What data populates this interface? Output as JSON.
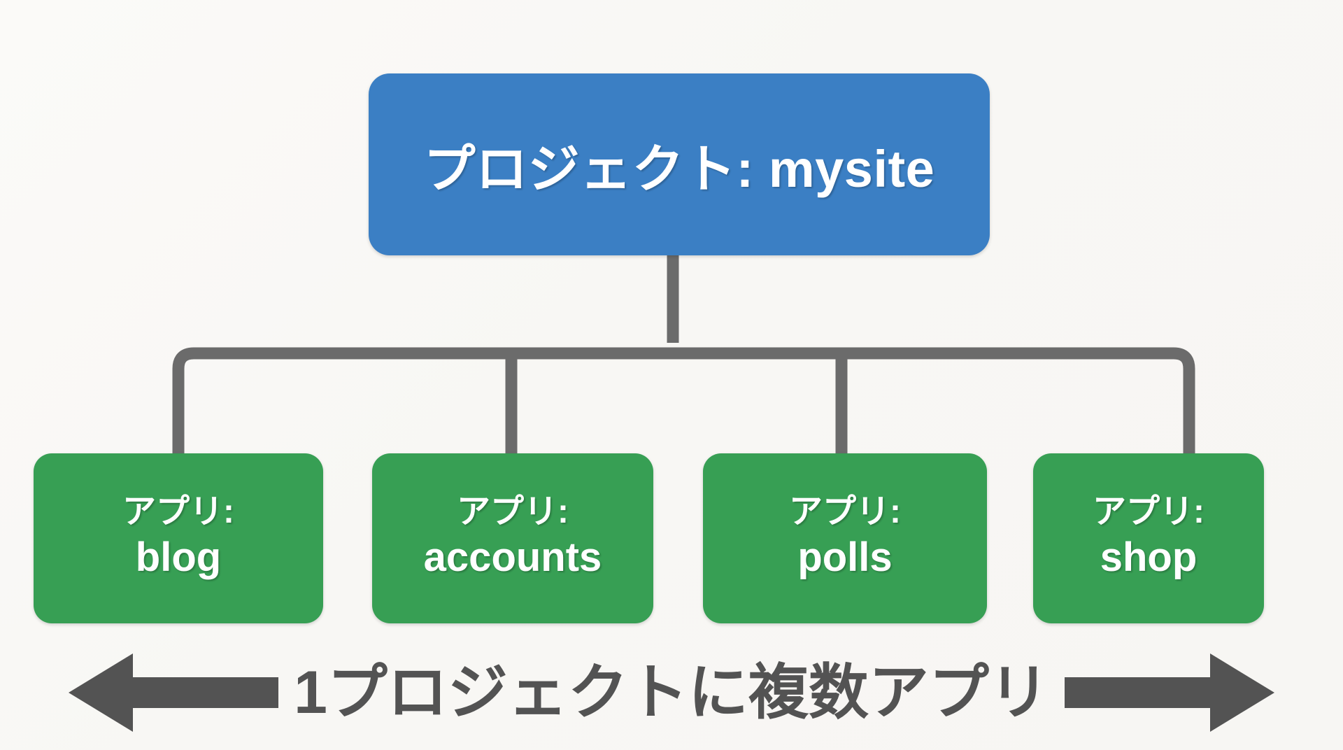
{
  "diagram": {
    "title_node": {
      "label": "プロジェクト: mysite",
      "color": "#3b7fc4",
      "kind": "project"
    },
    "app_nodes": [
      {
        "prefix": "アプリ:",
        "name": "blog",
        "color": "#379f54"
      },
      {
        "prefix": "アプリ:",
        "name": "accounts",
        "color": "#379f54"
      },
      {
        "prefix": "アプリ:",
        "name": "polls",
        "color": "#379f54"
      },
      {
        "prefix": "アプリ:",
        "name": "shop",
        "color": "#379f54"
      }
    ],
    "connector_color": "#6b6b6b",
    "caption": {
      "text": "1プロジェクトに複数アプリ",
      "left_arrow_icon": "arrow-left-icon",
      "right_arrow_icon": "arrow-right-icon",
      "color": "#535353"
    },
    "background_color": "#faf9f7"
  }
}
